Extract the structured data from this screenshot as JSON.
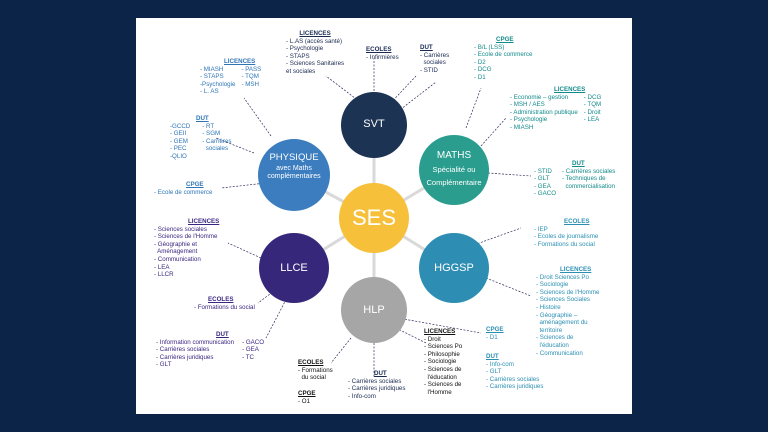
{
  "colors": {
    "background": "#0b2447",
    "slide": "#ffffff",
    "ses": "#f6c03a",
    "svt": "#1c3353",
    "maths": "#2a9d8f",
    "physique": "#3b7dbf",
    "llce": "#36277a",
    "hggsp": "#2d8db3",
    "hlp": "#a6a6a6"
  },
  "center": {
    "label": "SES"
  },
  "nodes": {
    "svt": {
      "label": "SVT"
    },
    "maths": {
      "title": "MATHS",
      "sub1": "Spécialité ou",
      "sub2": "Complémentaire"
    },
    "physique": {
      "title": "PHYSIQUE",
      "sub1": "avec Maths",
      "sub2": "complémentaires"
    },
    "llce": {
      "label": "LLCE"
    },
    "hggsp": {
      "label": "HGGSP"
    },
    "hlp": {
      "label": "HLP"
    }
  },
  "svt_blocks": {
    "licences": {
      "heading": "LICENCES",
      "items": [
        "- L.AS (accès santé)",
        "- Psychologie",
        "- STAPS",
        "- Sciences Sanitaires",
        "et sociales"
      ]
    },
    "ecoles": {
      "heading": "ECOLES",
      "items": [
        "- Infirmières"
      ]
    },
    "dut": {
      "heading": "DUT",
      "items": [
        "- Carrières",
        "  sociales",
        "- STID"
      ]
    }
  },
  "maths_blocks": {
    "cpge": {
      "heading": "CPGE",
      "items": [
        "- B/L (LSS)",
        "- Ecole de commerce",
        "- D2",
        "- DCG",
        "- D1"
      ]
    },
    "licences": {
      "heading": "LICENCES",
      "col1": [
        "- Economie – gestion",
        "- MSH / AES",
        "- Administration publique",
        "- Psychologie",
        "- MIASH"
      ],
      "col2": [
        "- DCG",
        "- TQM",
        "- Droit",
        "- LEA"
      ]
    },
    "dut": {
      "heading": "DUT",
      "col1": [
        "- STID",
        "- GLT",
        "- GEA",
        "- GACO"
      ],
      "col2": [
        "- Carrières sociales",
        "- Techniques de",
        "  commercialisation"
      ]
    }
  },
  "physique_blocks": {
    "licences": {
      "heading": "LICENCES",
      "col1": [
        "- MIASH",
        "- STAPS",
        "-Psychologie",
        "- L. AS"
      ],
      "col2": [
        "- PASS",
        "- TQM",
        "- MSH"
      ]
    },
    "dut": {
      "heading": "DUT",
      "col1": [
        "-GCCD",
        "- GEII",
        "- GEM",
        "- PEC",
        "-QLIO"
      ],
      "col2": [
        "- RT",
        "- SGM",
        "- Carrières",
        "  sociales"
      ]
    },
    "cpge": {
      "heading": "CPGE",
      "items": [
        "- Ecole de commerce"
      ]
    }
  },
  "llce_blocks": {
    "licences": {
      "heading": "LICENCES",
      "items": [
        "- Sciences sociales",
        "- Sciences de l'Homme",
        "- Géographie et",
        "  Aménagement",
        "- Communication",
        "- LEA",
        "- LLCR"
      ]
    },
    "ecoles": {
      "heading": "ECOLES",
      "items": [
        "- Formations du social"
      ]
    },
    "dut": {
      "heading": "DUT",
      "col1": [
        "- Information communication",
        "- Carrières sociales",
        "- Carrières juridiques",
        "- GLT"
      ],
      "col2": [
        "- GACO",
        "- GEA",
        "- TC"
      ]
    }
  },
  "hggsp_blocks": {
    "ecoles": {
      "heading": "ECOLES",
      "items": [
        "- IEP",
        "- Ecoles de journalisme",
        "- Formations du social"
      ]
    },
    "licences": {
      "heading": "LICENCES",
      "items": [
        "- Droit Sciences Po",
        "- Sociologie",
        "- Sciences de l'Homme",
        "- Sciences Sociales",
        "- Histoire",
        "- Géographie –",
        "  aménagement du",
        "  territoire",
        "- Sciences de",
        "  l'éducation",
        "- Communication"
      ]
    }
  },
  "hlp_blocks": {
    "licences": {
      "heading": "LICENCES",
      "items": [
        "- Droit",
        "- Sciences Po",
        "- Philosophie",
        "- Sociologie",
        "- Sciences de",
        "  l'éducation",
        "- Sciences de",
        "  l'Homme"
      ]
    },
    "cpge": {
      "heading": "CPGE",
      "items": [
        "- D1"
      ]
    },
    "dut_right": {
      "heading": "DUT",
      "items": [
        "- Info-com",
        "- GLT",
        "- Carrières sociales",
        "- Carrières juridiques"
      ]
    },
    "ecoles": {
      "heading": "ECOLES",
      "items": [
        "- Formations",
        "  du social"
      ]
    },
    "cpge_left": {
      "heading": "CPGE",
      "items": [
        "- O1"
      ]
    },
    "dut_mid": {
      "heading": "DUT",
      "items": [
        "- Carrières sociales",
        "- Carrières juridiques",
        "- Info-com"
      ]
    }
  }
}
